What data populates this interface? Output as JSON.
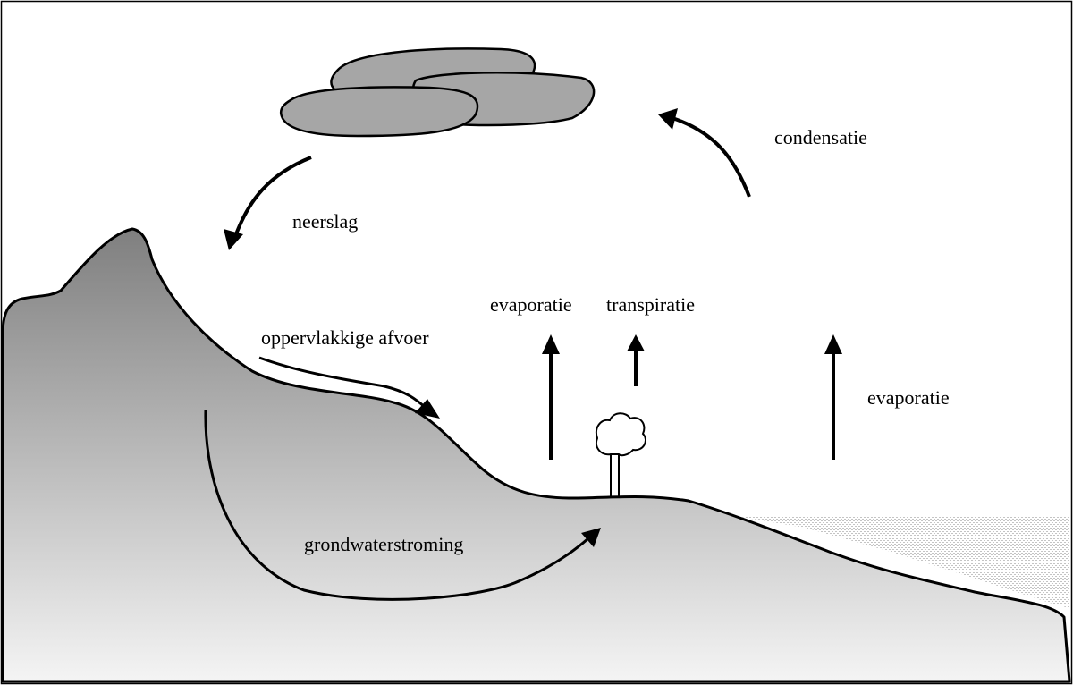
{
  "labels": {
    "condensation": "condensatie",
    "precipitation": "neerslag",
    "evaporation_land": "evaporatie",
    "transpiration": "transpiratie",
    "surface_runoff": "oppervlakkige afvoer",
    "evaporation_water": "evaporatie",
    "groundwater_flow": "grondwaterstroming"
  },
  "colors": {
    "outline": "#000000",
    "cloud_fill": "#a6a6a6",
    "land_top": "#7f7f7f",
    "land_bottom": "#f2f2f2",
    "water_pattern": "#c8c8c8"
  },
  "icons": [
    "cloud-icon",
    "tree-icon",
    "arrow-icon"
  ]
}
